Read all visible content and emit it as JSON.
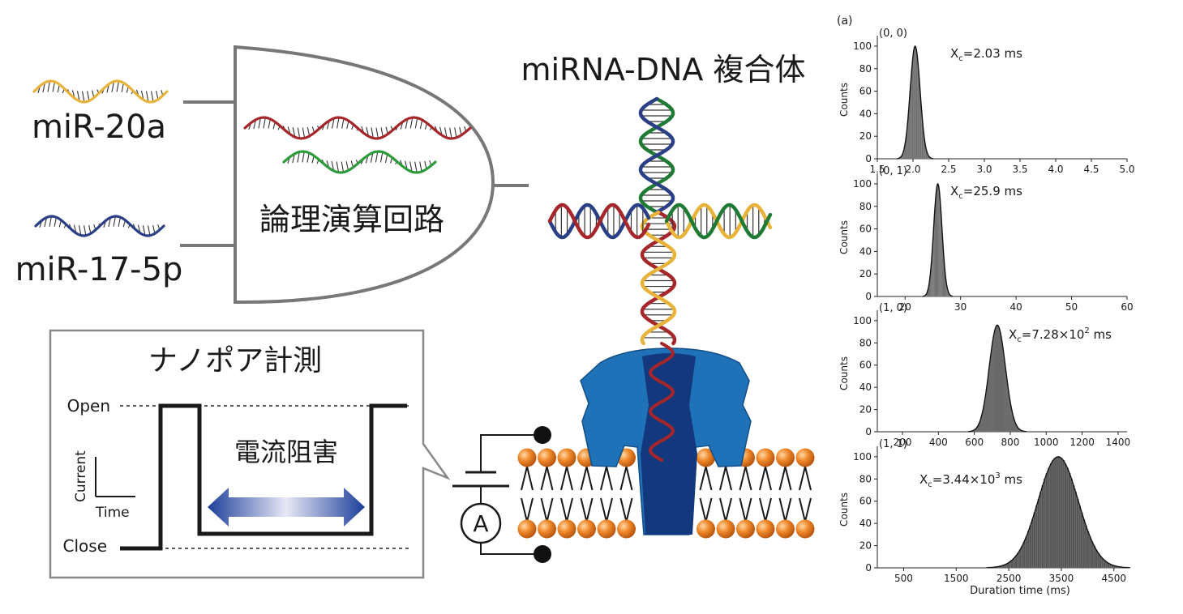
{
  "logic_panel": {
    "input_1_label": "miR-20a",
    "input_2_label": "miR-17-5p",
    "gate_label": "論理演算回路",
    "input_1_color": "#e8b33a",
    "input_2_color": "#2b3f86",
    "gate_strand_red": "#a5272b",
    "gate_strand_green": "#2e9b3b"
  },
  "complex": {
    "title": "miRNA-DNA 複合体",
    "strand_colors": [
      "#a5272b",
      "#2b3f86",
      "#1f7a34",
      "#e8b33a"
    ]
  },
  "nanopore_panel": {
    "title": "ナノポア計測",
    "open_label": "Open",
    "close_label": "Close",
    "current_label": "Current",
    "time_label": "Time",
    "blockade_label": "電流阻害",
    "ammeter_label": "A"
  },
  "histograms": {
    "panel_label": "(a)",
    "y_axis_label": "Counts",
    "x_axis_label": "Duration time (ms)",
    "plots": [
      {
        "condition": "(0, 0)",
        "xc_prefix": "X",
        "xc_sub": "c",
        "xc_value": "=2.03 ms",
        "xc_exponent": "",
        "xc_tail": "",
        "peak_x": 2.03,
        "sigma": 0.07,
        "xlim": [
          1.5,
          5.0
        ],
        "x_ticks": [
          "1.5",
          "2.0",
          "2.5",
          "3.0",
          "3.5",
          "4.0",
          "4.5",
          "5.0"
        ],
        "y_ticks": [
          "0",
          "20",
          "40",
          "60",
          "80",
          "100"
        ]
      },
      {
        "condition": "(0, 1)",
        "xc_prefix": "X",
        "xc_sub": "c",
        "xc_value": "=25.9 ms",
        "xc_exponent": "",
        "xc_tail": "",
        "peak_x": 25.9,
        "sigma": 0.75,
        "xlim": [
          15,
          60
        ],
        "x_ticks": [
          "20",
          "30",
          "40",
          "50",
          "60"
        ],
        "y_ticks": [
          "0",
          "20",
          "40",
          "60",
          "80",
          "100"
        ]
      },
      {
        "condition": "(1, 0)",
        "xc_prefix": "X",
        "xc_sub": "c",
        "xc_value": "=7.28×10",
        "xc_exponent": "2",
        "xc_tail": " ms",
        "peak_x": 728,
        "sigma": 45,
        "xlim": [
          60,
          1450
        ],
        "x_ticks": [
          "200",
          "400",
          "600",
          "800",
          "1000",
          "1200",
          "1400"
        ],
        "y_ticks": [
          "0",
          "20",
          "40",
          "60",
          "80",
          "100"
        ]
      },
      {
        "condition": "(1, 1)",
        "xc_prefix": "X",
        "xc_sub": "c",
        "xc_value": "=3.44×10",
        "xc_exponent": "3",
        "xc_tail": " ms",
        "peak_x": 3440,
        "sigma": 380,
        "xlim": [
          0,
          4750
        ],
        "x_ticks": [
          "500",
          "1500",
          "2500",
          "3500",
          "4500"
        ],
        "y_ticks": [
          "0",
          "20",
          "40",
          "60",
          "80",
          "100"
        ]
      }
    ]
  },
  "chart_data": [
    {
      "type": "bar",
      "title": "(0, 0)",
      "ylabel": "Counts",
      "xlim": [
        1.5,
        5.0
      ],
      "ylim": [
        0,
        100
      ],
      "series": [
        {
          "name": "X_c=2.03 ms",
          "peak": 2.03,
          "max_count": 100
        }
      ]
    },
    {
      "type": "bar",
      "title": "(0, 1)",
      "ylabel": "Counts",
      "xlim": [
        15,
        60
      ],
      "ylim": [
        0,
        100
      ],
      "series": [
        {
          "name": "X_c=25.9 ms",
          "peak": 25.9,
          "max_count": 100
        }
      ]
    },
    {
      "type": "bar",
      "title": "(1, 0)",
      "ylabel": "Counts",
      "xlim": [
        60,
        1450
      ],
      "ylim": [
        0,
        100
      ],
      "series": [
        {
          "name": "X_c=7.28×10² ms",
          "peak": 728,
          "max_count": 96
        }
      ]
    },
    {
      "type": "bar",
      "title": "(1, 1)",
      "xlabel": "Duration time (ms)",
      "ylabel": "Counts",
      "xlim": [
        0,
        4750
      ],
      "ylim": [
        0,
        100
      ],
      "series": [
        {
          "name": "X_c=3.44×10³ ms",
          "peak": 3440,
          "max_count": 100
        }
      ]
    }
  ]
}
